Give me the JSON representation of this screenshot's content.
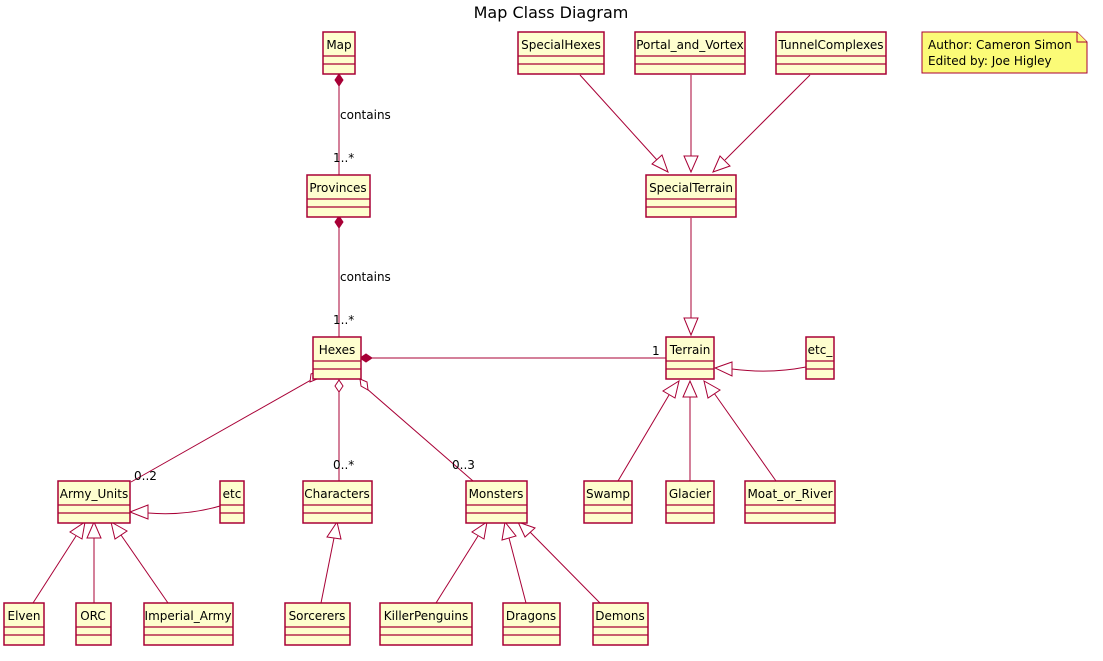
{
  "title": "Map Class Diagram",
  "note": {
    "lines": [
      "Author: Cameron Simon",
      "Edited by: Joe Higley"
    ]
  },
  "classes": {
    "Map": "Map",
    "Provinces": "Provinces",
    "Hexes": "Hexes",
    "SpecialHexes": "SpecialHexes",
    "Portal_and_Vortex": "Portal_and_Vortex",
    "TunnelComplexes": "TunnelComplexes",
    "SpecialTerrain": "SpecialTerrain",
    "Terrain": "Terrain",
    "etc_": "etc_",
    "Army_Units": "Army_Units",
    "etc": "etc",
    "Characters": "Characters",
    "Monsters": "Monsters",
    "Swamp": "Swamp",
    "Glacier": "Glacier",
    "Moat_or_River": "Moat_or_River",
    "Elven": "Elven",
    "ORC": "ORC",
    "Imperial_Army": "Imperial_Army",
    "Sorcerers": "Sorcerers",
    "KillerPenguins": "KillerPenguins",
    "Dragons": "Dragons",
    "Demons": "Demons"
  },
  "relations": {
    "map_provinces": {
      "label": "contains",
      "multiplicity": "1..*"
    },
    "provinces_hexes": {
      "label": "contains",
      "multiplicity": "1..*"
    },
    "hexes_terrain": {
      "multiplicity": "1"
    },
    "hexes_army": {
      "multiplicity": "0..2"
    },
    "hexes_characters": {
      "multiplicity": "0..*"
    },
    "hexes_monsters": {
      "multiplicity": "0..3"
    }
  },
  "colors": {
    "class_fill": "#FEFECE",
    "border": "#A80036",
    "note_fill": "#FBFB77"
  }
}
